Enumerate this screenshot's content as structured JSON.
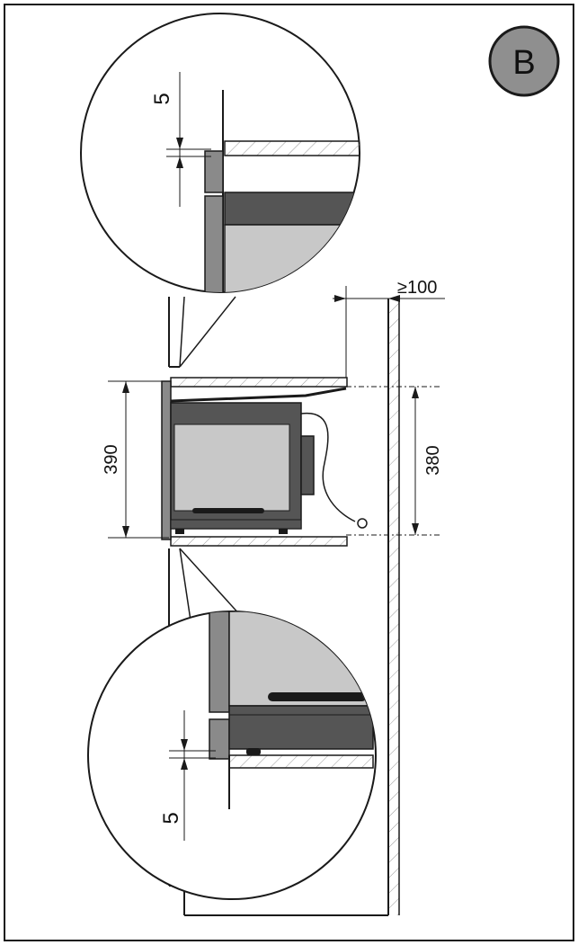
{
  "badge": {
    "letter": "B",
    "fill": "#8f8f8f"
  },
  "dimensions": {
    "inner_height": "390",
    "cavity_height": "380",
    "rear_clearance": "≥100",
    "top_gap": "5",
    "bottom_gap": "5"
  },
  "colors": {
    "line": "#1a1a1a",
    "dark": "#555555",
    "mid": "#8a8a8a",
    "light": "#c8c8c8"
  }
}
